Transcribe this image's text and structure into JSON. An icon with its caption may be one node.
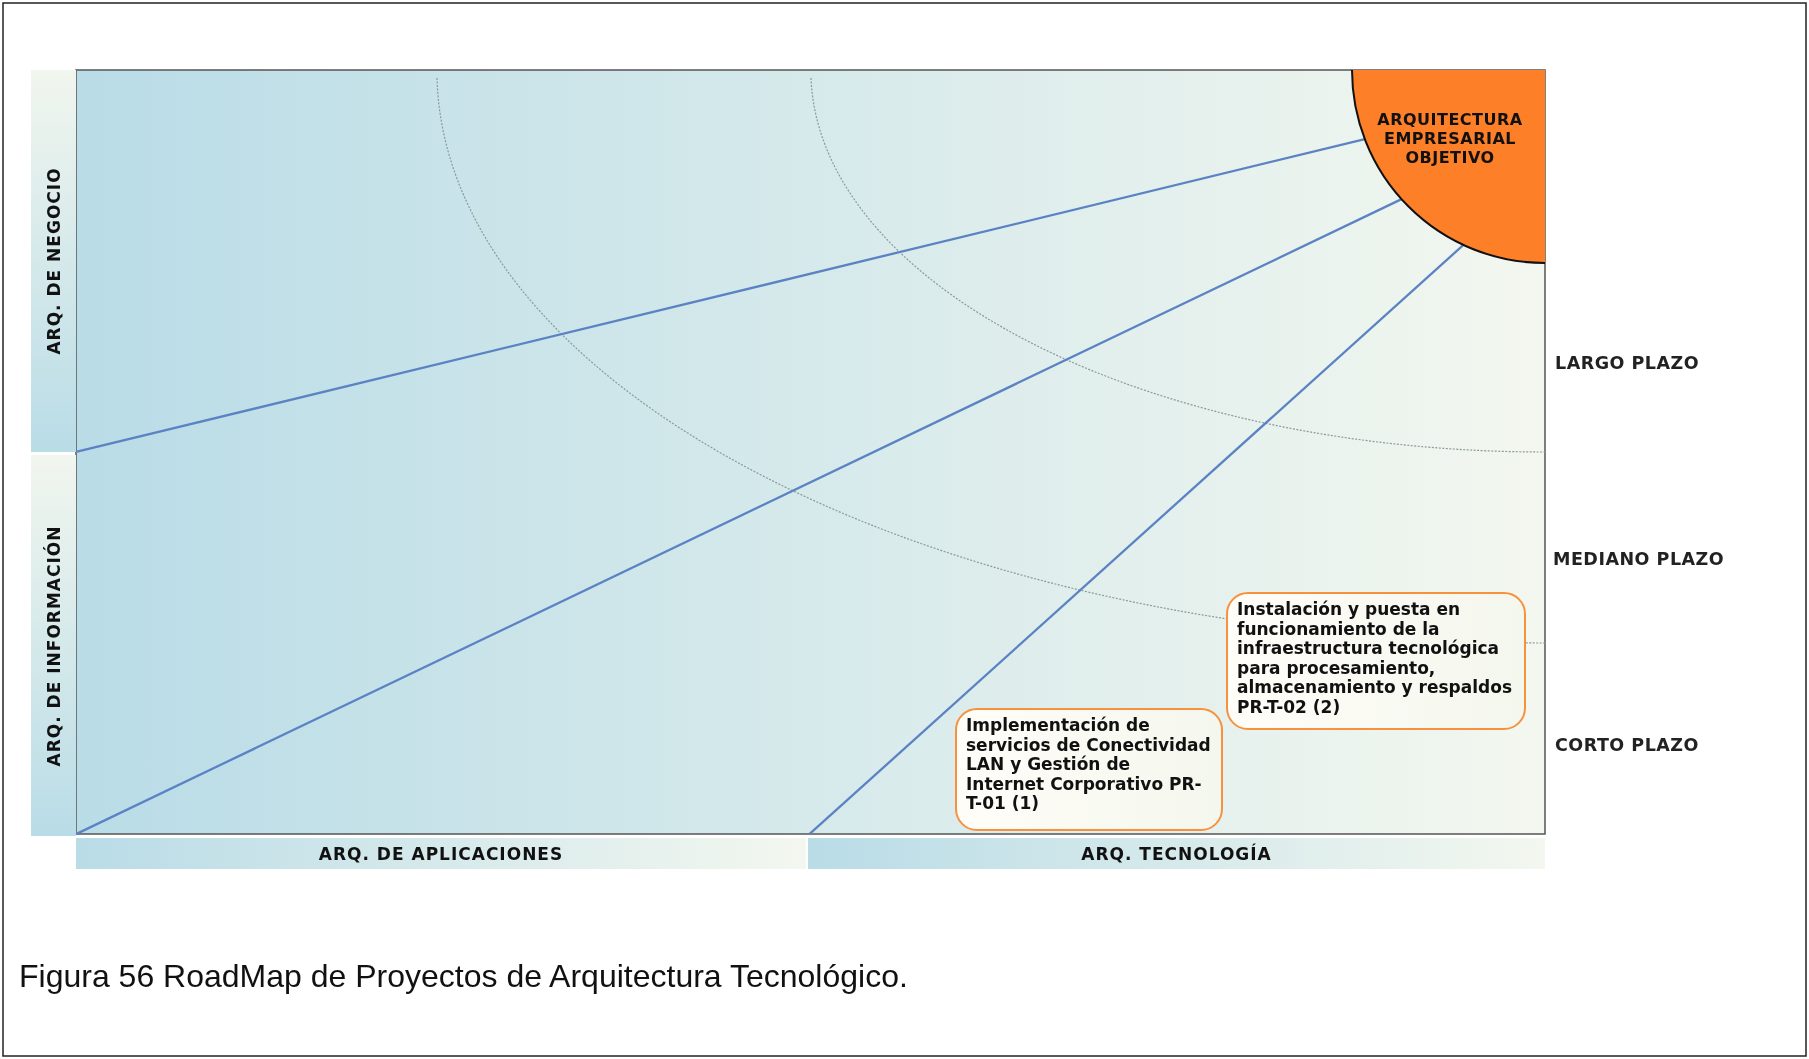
{
  "diagram": {
    "caption": "Figura 56 RoadMap de Proyectos de Arquitectura Tecnológico.",
    "nodes": [
      {
        "text": [
          "ARQUITECTURA EMPRESARIAL OBJETIVO"
        ]
      },
      {
        "text": [
          "ARQ. DE NEGOCIO"
        ]
      },
      {
        "text": [
          "ARQ. DE INFORMACIÓN"
        ]
      },
      {
        "text": [
          "Instalación y puesta en funcionamiento de la infraestructura tecnológica para procesamiento, almacenamiento y respaldos PR-T-02 (2)"
        ]
      },
      {
        "text": [
          "Implementación de servicios de Conectividad LAN y Gestión de Internet Corporativo PR-T-01 (1)"
        ]
      },
      {
        "text": [
          "ARQ. DE APLICACIONES"
        ]
      },
      {
        "text": [
          "ARQ. TECNOLOGÍA"
        ]
      }
    ],
    "edges": [
      {
        "from": 2,
        "to": 0,
        "arrow": "none"
      },
      {
        "from": 2,
        "to": 0,
        "arrow": "none"
      },
      {
        "from": 5,
        "to": 0,
        "arrow": "none"
      }
    ],
    "labels": [
      "LARGO PLAZO",
      "MEDIANO PLAZO",
      "CORTO PLAZO"
    ]
  }
}
